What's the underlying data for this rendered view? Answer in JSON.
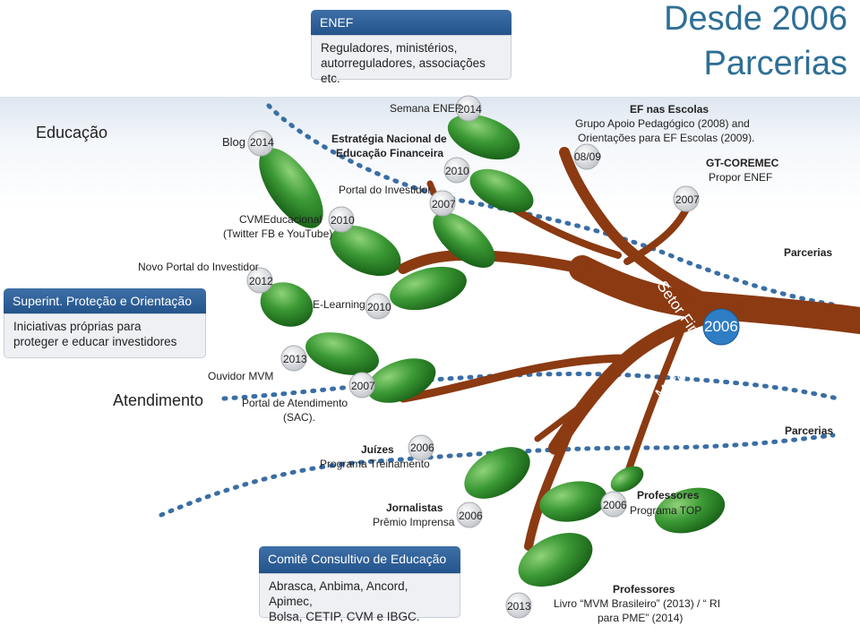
{
  "header": {
    "title_line1": "Desde 2006",
    "title_line2": "Parcerias"
  },
  "enef_box": {
    "title": "ENEF",
    "body_line1": "Reguladores, ministérios,",
    "body_line2": "autorreguladores, associações etc."
  },
  "superint_box": {
    "title": "Superint. Proteção e Orientação",
    "body_line1": "Iniciativas próprias para",
    "body_line2": "proteger e educar investidores"
  },
  "comite_box": {
    "title": "Comitê Consultivo de Educação",
    "body_line1": "Abrasca, Anbima, Ancord, Apimec,",
    "body_line2": "Bolsa, CETIP, CVM e IBGC."
  },
  "sections": {
    "educacao": "Educação",
    "atendimento": "Atendimento"
  },
  "branches": {
    "setor_fin": "Setor Fin.",
    "merc_cap": "Merc. Cap.",
    "trunk_year": "2006",
    "parcerias_top": "Parcerias",
    "parcerias_bottom": "Parcerias"
  },
  "leaves": {
    "blog": {
      "label": "Blog",
      "year": "2014"
    },
    "estrategia": {
      "line1": "Estratégia Nacional de",
      "line2": "Educação Financeira"
    },
    "semana_enef": {
      "label": "Semana ENEF",
      "year": "2014"
    },
    "portal_investidor": {
      "label": "Portal do Investidor",
      "year1": "2010",
      "year2": "2007"
    },
    "cvmeducacional": {
      "line1": "CVMEducacional",
      "line2": "(Twitter  FB e YouTube)",
      "year": "2010"
    },
    "novo_portal": {
      "label": "Novo Portal do Investidor",
      "year": "2012"
    },
    "elearning": {
      "label": "E-Learning",
      "year": "2010"
    },
    "ef_escolas": {
      "title": "EF nas Escolas",
      "line1": "Grupo Apoio Pedagógico (2008) and",
      "line2": "Orientações para EF Escolas (2009).",
      "year": "08/09"
    },
    "gt_coremec": {
      "title": "GT-COREMEC",
      "line1": "Propor ENEF",
      "year": "2007"
    },
    "ouvidor": {
      "label": "Ouvidor MVM",
      "year": "2013"
    },
    "portal_atendimento": {
      "line1": "Portal de Atendimento",
      "line2": "(SAC).",
      "year": "2007"
    },
    "juizes": {
      "title": "Juízes",
      "line1": "Programa Treinamento",
      "year": "2006"
    },
    "jornalistas": {
      "title": "Jornalistas",
      "line1": "Prêmio Imprensa",
      "year": "2006"
    },
    "professores_top": {
      "title": "Professores",
      "line1": "Programa TOP",
      "year": "2006"
    },
    "professores_rio": {
      "title": "Professores",
      "line1": "Livro “MVM Brasileiro” (2013) / “ RI",
      "line2": "para PME” (2014)",
      "year": "2013"
    }
  },
  "colors": {
    "branch": "#8b3a12",
    "leaf": "#2e8b2e",
    "dots": "#3a6ea5",
    "title": "#2e6f96",
    "box_head": "#2f5f97"
  }
}
